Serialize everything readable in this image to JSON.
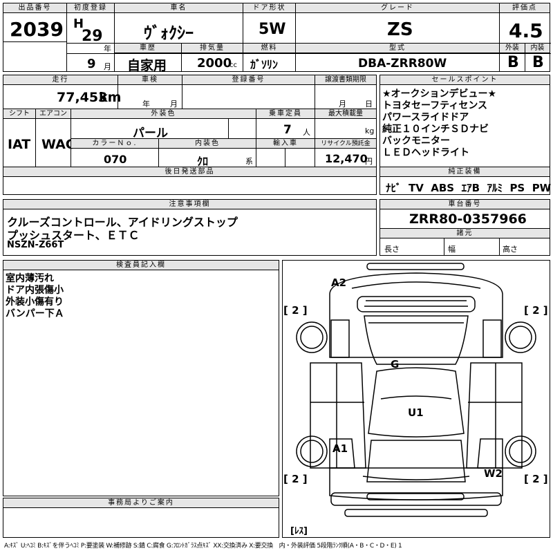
{
  "header": {
    "lot_label": "出品番号",
    "lot_number": "2039",
    "first_reg_label": "初度登録",
    "era_mark": "H",
    "year": "29",
    "year_unit": "年",
    "month": "9",
    "month_unit": "月",
    "car_name_label": "車名",
    "car_name": "ｳﾞｫｸｼｰ",
    "history_label": "車歴",
    "history": "自家用",
    "displacement_label": "排気量",
    "displacement": "2000",
    "displacement_unit": "cc",
    "door_label": "ドア形状",
    "door": "5W",
    "fuel_label": "燃料",
    "fuel": "ｶﾞｿﾘﾝ",
    "grade_label": "グレード",
    "grade": "ZS",
    "model_label": "型式",
    "model": "DBA-ZRR80W",
    "score_label": "評価点",
    "score": "4.5",
    "exterior_label": "外装",
    "exterior": "B",
    "interior_label": "内装",
    "interior": "B"
  },
  "row2": {
    "mileage_label": "走行",
    "mileage": "77,453",
    "mileage_unit": "km",
    "inspection_label": "車検",
    "inspection_year_unit": "年",
    "inspection_month_unit": "月",
    "reg_no_label": "登録番号",
    "transfer_label": "譲渡書類期限",
    "transfer_month_unit": "月",
    "transfer_day_unit": "日"
  },
  "row3": {
    "shift_label": "シフト",
    "shift": "IAT",
    "ac_label": "エアコン",
    "ac": "WAC",
    "color_label": "外装色",
    "color": "パール",
    "capacity_label": "乗車定員",
    "capacity": "7",
    "capacity_unit": "人",
    "load_label": "最大積載量",
    "load_unit": "kg",
    "color_no_label": "カラーＮｏ.",
    "color_no": "070",
    "interior_color_label": "内装色",
    "interior_color": "ｸﾛ",
    "interior_color_unit": "系",
    "import_label": "輸入車",
    "recycle_label": "リサイクル預託金",
    "recycle": "12,470",
    "recycle_unit": "円"
  },
  "later_parts_label": "後日発送部品",
  "sales_points": {
    "label": "セールスポイント",
    "items": [
      "★オークションデビュー★",
      "トヨタセーフティセンス",
      "パワースライドドア",
      "純正１０インチＳＤナビ",
      "バックモニター",
      "ＬＥＤヘッドライト"
    ]
  },
  "equipment": {
    "label": "純正装備",
    "items": [
      "ﾅﾋﾞ",
      "TV",
      "ABS",
      "ｴｱB",
      "ｱﾙﾐ",
      "PS",
      "PW"
    ]
  },
  "notes": {
    "label": "注意事項欄",
    "lines": [
      "クルーズコントロール、アイドリングストップ",
      "プッシュスタート、ＥＴＣ",
      "NSZN-Z66T"
    ]
  },
  "chassis": {
    "label": "車台番号",
    "number": "ZRR80-0357966",
    "spec_label": "諸元",
    "length_label": "長さ",
    "width_label": "幅",
    "height_label": "高さ"
  },
  "inspector": {
    "label": "検査員記入欄",
    "lines": [
      "室内薄汚れ",
      "ドア内張傷小",
      "外装小傷有り",
      "バンパー下Ａ"
    ]
  },
  "office": {
    "label": "事務局よりご案内"
  },
  "diagram": {
    "marks": [
      "A2",
      "G",
      "U1",
      "A1",
      "W2"
    ],
    "tires": [
      "[ 2 ]",
      "[ 2 ]",
      "[ 2 ]",
      "[ 2 ]"
    ],
    "spare": "[ﾚｽ]"
  },
  "legend": "A:ｷｽﾞ U:ﾍｺﾐ B:ｷｽﾞを伴うﾍｺﾐ P:要塗装 W:補修跡 S:錆 C:腐食 G:ﾌﾛﾝﾄｶﾞﾗｽ点ｷｽﾞ XX:交換済み X:要交換　内・外装評価 5段階ﾗﾝｸ順(A・B・C・D・E) 1"
}
